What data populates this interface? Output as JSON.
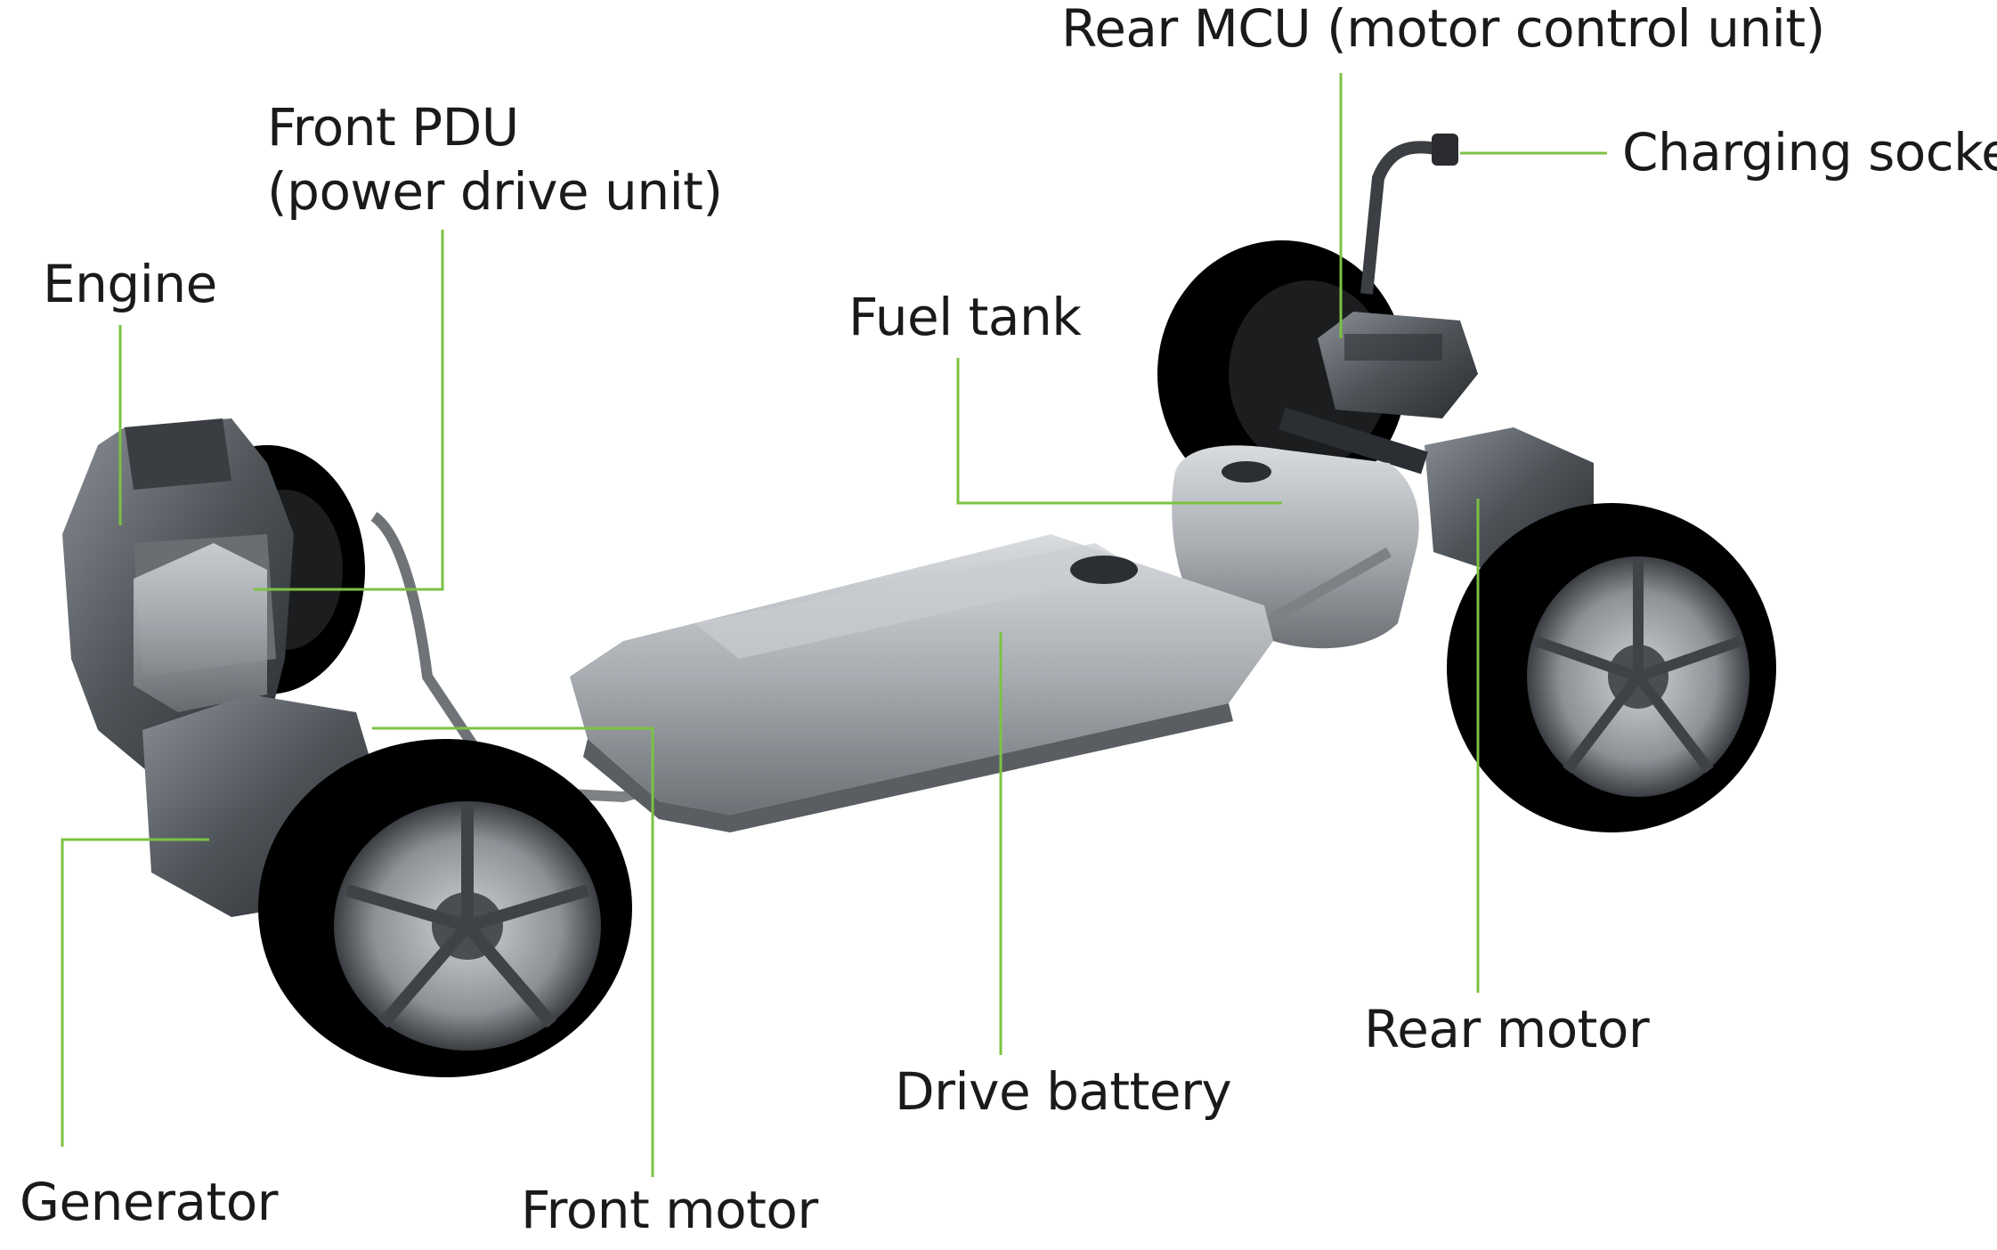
{
  "colors": {
    "leader": "#7cc242",
    "body": "#555a60",
    "tire": "#000000",
    "rim": "#a8acb0",
    "battery": "#b9bdc1",
    "label_text": "#1a1a1a"
  },
  "labels": {
    "engine": "Engine",
    "front_pdu_line1": "Front PDU",
    "front_pdu_line2": "(power drive unit)",
    "fuel_tank": "Fuel tank",
    "rear_mcu": "Rear MCU (motor control unit)",
    "charging_socket": "Charging socket",
    "rear_motor": "Rear motor",
    "drive_battery": "Drive battery",
    "front_motor": "Front motor",
    "generator": "Generator"
  }
}
